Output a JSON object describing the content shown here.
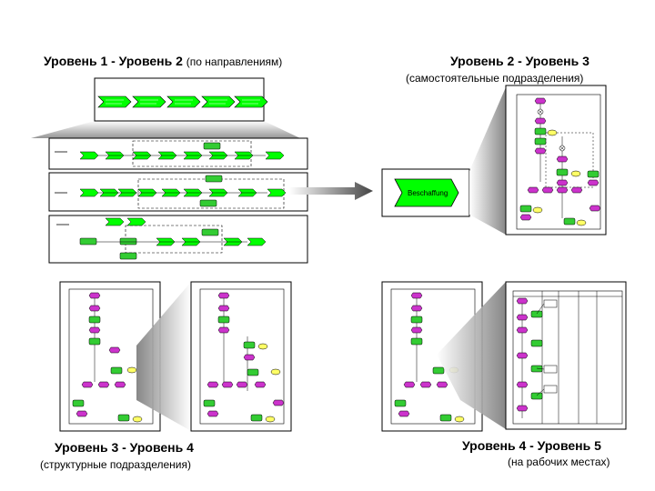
{
  "captions": {
    "q1_title": "Уровень 1 - Уровень 2",
    "q1_sub": "(по направлениям)",
    "q2_title": "Уровень 2 - Уровень 3",
    "q2_sub": "(самостоятельные подразделения)",
    "q3_title": "Уровень 3 - Уровень 4",
    "q3_sub": "(структурные подразделения)",
    "q4_title": "Уровень 4 - Уровень 5",
    "q4_sub": "(на рабочих местах)"
  },
  "center_process_label": "Beschaffung",
  "colors": {
    "process_green": "#00ff00",
    "event_magenta": "#cc33cc",
    "function_green": "#33cc33",
    "role_yellow": "#ffff66",
    "frame": "#000000",
    "arrow_gray": "#666666"
  }
}
